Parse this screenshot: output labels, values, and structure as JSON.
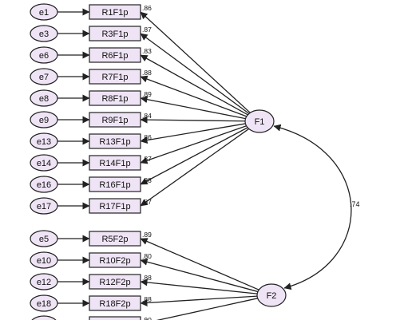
{
  "colors": {
    "node_fill": "#efe4f5",
    "stroke": "#222222",
    "text": "#111111"
  },
  "latent": [
    {
      "id": "F1",
      "label": "F1"
    },
    {
      "id": "F2",
      "label": "F2"
    }
  ],
  "correlation": {
    "value": ".74"
  },
  "indicators": [
    {
      "error": "e1",
      "item": "R1F1p",
      "loading": ".86",
      "factor": "F1"
    },
    {
      "error": "e3",
      "item": "R3F1p",
      "loading": ".87",
      "factor": "F1"
    },
    {
      "error": "e6",
      "item": "R6F1p",
      "loading": ".83",
      "factor": "F1"
    },
    {
      "error": "e7",
      "item": "R7F1p",
      "loading": ".88",
      "factor": "F1"
    },
    {
      "error": "e8",
      "item": "R8F1p",
      "loading": ".89",
      "factor": "F1"
    },
    {
      "error": "e9",
      "item": "R9F1p",
      "loading": ".84",
      "factor": "F1"
    },
    {
      "error": "e13",
      "item": "R13F1p",
      "loading": ".86",
      "factor": "F1"
    },
    {
      "error": "e14",
      "item": "R14F1p",
      "loading": ".87",
      "factor": "F1"
    },
    {
      "error": "e16",
      "item": "R16F1p",
      "loading": ".88",
      "factor": "F1"
    },
    {
      "error": "e17",
      "item": "R17F1p",
      "loading": ".87",
      "factor": "F1"
    },
    {
      "error": "e5",
      "item": "R5F2p",
      "loading": ".89",
      "factor": "F2"
    },
    {
      "error": "e10",
      "item": "R10F2p",
      "loading": ".80",
      "factor": "F2"
    },
    {
      "error": "e12",
      "item": "R12F2p",
      "loading": ".88",
      "factor": "F2"
    },
    {
      "error": "e18",
      "item": "R18F2p",
      "loading": ".88",
      "factor": "F2"
    },
    {
      "error": "",
      "item": "",
      "loading": ".90",
      "factor": "F2"
    }
  ]
}
